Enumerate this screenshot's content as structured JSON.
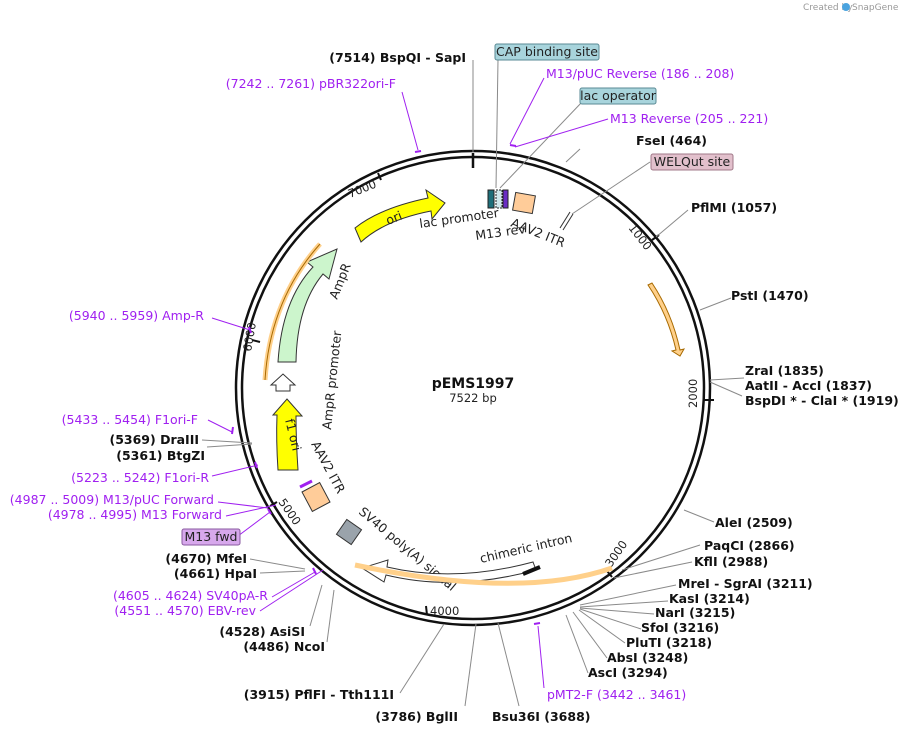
{
  "credit": {
    "prefix": "Created by",
    "brand": "SnapGene"
  },
  "plasmid": {
    "name": "pEMS1997",
    "length": "7522 bp"
  },
  "ticks": [
    "1000",
    "2000",
    "3000",
    "4000",
    "5000",
    "6000",
    "7000"
  ],
  "features": [
    {
      "label": "lac promoter"
    },
    {
      "label": "M13 rev"
    },
    {
      "label": "AAV2 ITR"
    },
    {
      "label": "ori"
    },
    {
      "label": "AmpR"
    },
    {
      "label": "AmpR promoter"
    },
    {
      "label": "f1 ori"
    },
    {
      "label": "AAV2 ITR"
    },
    {
      "label": "SV40 poly(A) signal"
    },
    {
      "label": "chimeric intron"
    }
  ],
  "boxed": [
    {
      "label": "CAP binding site",
      "color": "#a8d4dc"
    },
    {
      "label": "lac operator",
      "color": "#a8d4dc"
    },
    {
      "label": "WELQut site",
      "color": "#e2c0cc"
    },
    {
      "label": "M13 fwd",
      "color": "#d7a8ec"
    }
  ],
  "sites": [
    {
      "label": "(7514)  BspQI  - SapI"
    },
    {
      "label": "FseI   (464)"
    },
    {
      "label": "PflMI   (1057)"
    },
    {
      "label": "PstI   (1470)"
    },
    {
      "label": "ZraI   (1835)"
    },
    {
      "label": "AatII  - AccI   (1837)"
    },
    {
      "label": "BspDI *  - ClaI *   (1919)"
    },
    {
      "label": "AleI   (2509)"
    },
    {
      "label": "PaqCI   (2866)"
    },
    {
      "label": "KflI   (2988)"
    },
    {
      "label": "MreI  - SgrAI   (3211)"
    },
    {
      "label": "KasI   (3214)"
    },
    {
      "label": "NarI   (3215)"
    },
    {
      "label": "SfoI   (3216)"
    },
    {
      "label": "PluTI   (3218)"
    },
    {
      "label": "AbsI   (3248)"
    },
    {
      "label": "AscI   (3294)"
    },
    {
      "label": "Bsu36I   (3688)"
    },
    {
      "label": "(3786)  BglII"
    },
    {
      "label": "(3915)  PflFI  - Tth111I"
    },
    {
      "label": "(4486)  NcoI"
    },
    {
      "label": "(4528)  AsiSI"
    },
    {
      "label": "(4661)  HpaI"
    },
    {
      "label": "(4670)  MfeI"
    },
    {
      "label": "(5361)  BtgZI"
    },
    {
      "label": "(5369)  DraIII"
    }
  ],
  "primers": [
    {
      "label": "(7242 .. 7261)  pBR322ori-F"
    },
    {
      "label": "M13/pUC Reverse   (186 .. 208)"
    },
    {
      "label": "M13 Reverse   (205 .. 221)"
    },
    {
      "label": "(5940 .. 5959)  Amp-R"
    },
    {
      "label": "(5433 .. 5454)  F1ori-F"
    },
    {
      "label": "(5223 .. 5242)  F1ori-R"
    },
    {
      "label": "(4987 .. 5009)  M13/pUC Forward"
    },
    {
      "label": "(4978 .. 4995)  M13 Forward"
    },
    {
      "label": "(4605 .. 4624)  SV40pA-R"
    },
    {
      "label": "(4551 .. 4570)  EBV-rev"
    },
    {
      "label": "pMT2-F   (3442 .. 3461)"
    }
  ]
}
